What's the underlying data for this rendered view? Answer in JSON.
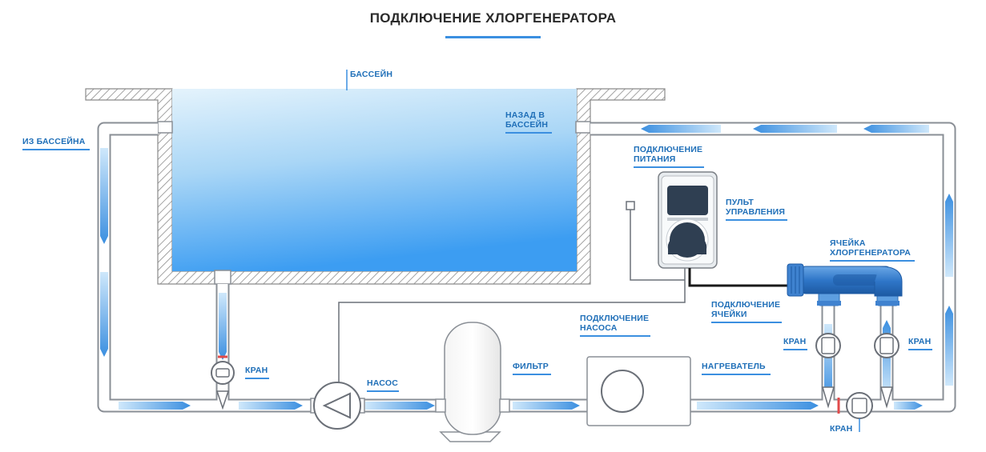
{
  "title": "ПОДКЛЮЧЕНИЕ ХЛОРГЕНЕРАТОРА",
  "labels": {
    "pool": "БАССЕЙН",
    "from_pool": "ИЗ БАССЕЙНА",
    "back_to_pool_1": "НАЗАД В",
    "back_to_pool_2": "БАССЕЙН",
    "power_1": "ПОДКЛЮЧЕНИЕ",
    "power_2": "ПИТАНИЯ",
    "control_panel_1": "ПУЛЬТ",
    "control_panel_2": "УПРАВЛЕНИЯ",
    "cell_1": "ЯЧЕЙКА",
    "cell_2": "ХЛОРГЕНЕРАТОРА",
    "cell_connection_1": "ПОДКЛЮЧЕНИЕ",
    "cell_connection_2": "ЯЧЕЙКИ",
    "pump_connection_1": "ПОДКЛЮЧЕНИЕ",
    "pump_connection_2": "НАСОСА",
    "pump": "НАСОС",
    "filter": "ФИЛЬТР",
    "heater": "НАГРЕВАТЕЛЬ",
    "valve_left": "КРАН",
    "valve_cell_left": "КРАН",
    "valve_cell_right": "КРАН",
    "valve_bottom": "КРАН"
  },
  "colors": {
    "accent": "#3b8fe0",
    "label": "#1f6fb8",
    "pipe_stroke": "#8a8f96",
    "water_top": "#dff1fb",
    "water_bottom": "#3a9cf0",
    "cell_blue": "#2f76c8"
  }
}
